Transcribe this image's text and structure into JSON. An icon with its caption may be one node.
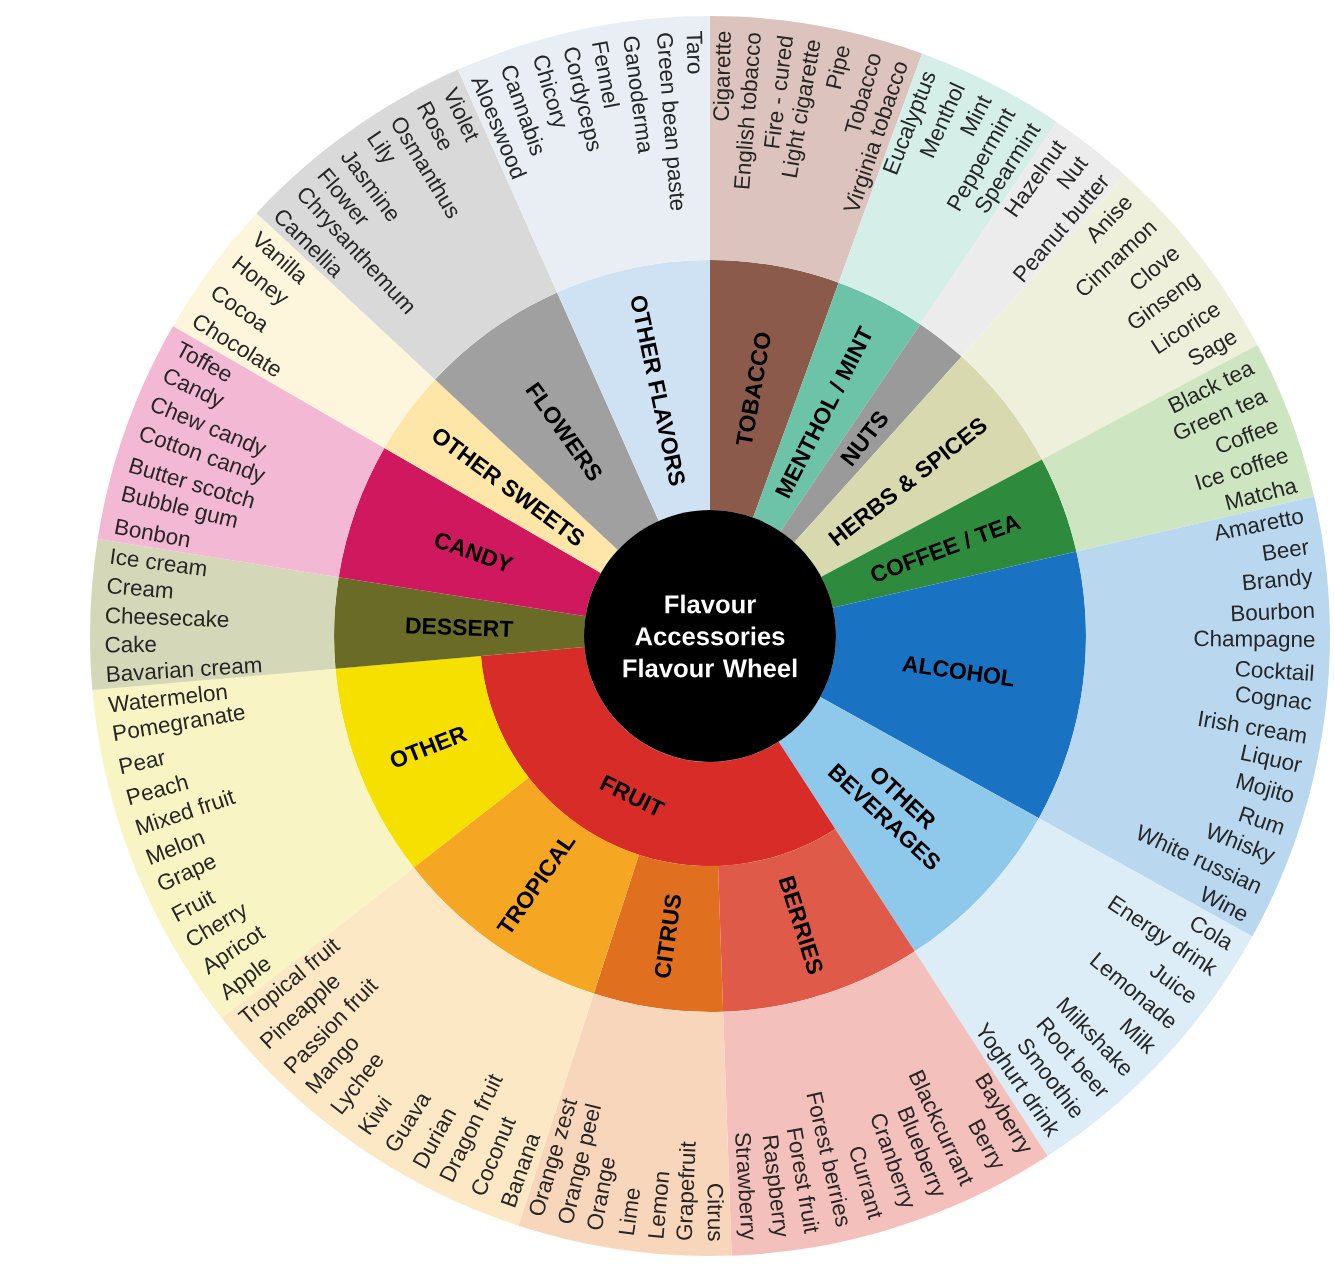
{
  "diagram": {
    "nodes": [
      {
        "text": [
          "Flavour Accessories Flavour Wheel"
        ]
      },
      {
        "text": [
          "TOBACCO"
        ]
      },
      {
        "text": [
          "Cigarette",
          "English tobacco",
          "Fire - cured",
          "Light cigarette",
          "Pipe",
          "Tobacco",
          "Virginia tobacco"
        ]
      },
      {
        "text": [
          "MENTHOL / MINT"
        ]
      },
      {
        "text": [
          "Eucalyptus",
          "Menthol",
          "Mint",
          "Peppermint",
          "Spearmint"
        ]
      },
      {
        "text": [
          "NUTS"
        ]
      },
      {
        "text": [
          "Hazelnut",
          "Nut",
          "Peanut butter"
        ]
      },
      {
        "text": [
          "HERBS & SPICES"
        ]
      },
      {
        "text": [
          "Anise",
          "Cinnamon",
          "Clove",
          "Ginseng",
          "Licorice",
          "Sage"
        ]
      },
      {
        "text": [
          "COFFEE / TEA"
        ]
      },
      {
        "text": [
          "Black tea",
          "Green tea",
          "Coffee",
          "Ice coffee",
          "Matcha"
        ]
      },
      {
        "text": [
          "ALCOHOL"
        ]
      },
      {
        "text": [
          "Amaretto",
          "Beer",
          "Brandy",
          "Bourbon",
          "Champagne",
          "Cocktail",
          "Cognac",
          "Irish cream",
          "Liquor",
          "Mojito",
          "Rum",
          "Whisky",
          "White russian",
          "Wine"
        ]
      },
      {
        "text": [
          "OTHER BEVERAGES"
        ]
      },
      {
        "text": [
          "Cola",
          "Energy drink",
          "Juice",
          "Lemonade",
          "Milk",
          "Milkshake",
          "Root beer",
          "Smoothie",
          "Yoghurt drink"
        ]
      },
      {
        "text": [
          "FRUIT"
        ]
      },
      {
        "text": [
          "BERRIES"
        ]
      },
      {
        "text": [
          "Bayberry",
          "Berry",
          "Blackcurrant",
          "Blueberry",
          "Cranberry",
          "Currant",
          "Forest berries",
          "Forest fruit",
          "Raspberry",
          "Strawberry"
        ]
      },
      {
        "text": [
          "CITRUS"
        ]
      },
      {
        "text": [
          "Orange zest",
          "Orange peel",
          "Orange",
          "Lime",
          "Lemon",
          "Grapefruit",
          "Citrus"
        ]
      },
      {
        "text": [
          "TROPICAL"
        ]
      },
      {
        "text": [
          "Tropical fruit",
          "Pineapple",
          "Passion fruit",
          "Mango",
          "Lychee",
          "Kiwi",
          "Guava",
          "Durian",
          "Dragon fruit",
          "Coconut",
          "Banana"
        ]
      },
      {
        "text": [
          "OTHER"
        ]
      },
      {
        "text": [
          "Watermelon",
          "Pomegranate",
          "Pear",
          "Peach",
          "Mixed fruit",
          "Melon",
          "Grape",
          "Fruit",
          "Cherry",
          "Apricot",
          "Apple"
        ]
      },
      {
        "text": [
          "DESSERT"
        ]
      },
      {
        "text": [
          "Ice cream",
          "Cream",
          "Cheesecake",
          "Cake",
          "Bavarian cream"
        ]
      },
      {
        "text": [
          "CANDY"
        ]
      },
      {
        "text": [
          "Toffee",
          "Candy",
          "Chew candy",
          "Cotton candy",
          "Butter scotch",
          "Bubble gum",
          "Bonbon"
        ]
      },
      {
        "text": [
          "OTHER SWEETS"
        ]
      },
      {
        "text": [
          "Vanilla",
          "Honey",
          "Cocoa",
          "Chocolate"
        ]
      },
      {
        "text": [
          "FLOWERS"
        ]
      },
      {
        "text": [
          "Violet",
          "Rose",
          "Osmanthus",
          "Lily",
          "Jasmine",
          "Flower",
          "Chrysanthemum",
          "Camellia"
        ]
      },
      {
        "text": [
          "OTHER FLAVORS"
        ]
      },
      {
        "text": [
          "Taro",
          "Green bean paste",
          "Ganoderma",
          "Fennel",
          "Cordyceps",
          "Chicory",
          "Cannabis",
          "Aloeswood"
        ]
      }
    ]
  }
}
